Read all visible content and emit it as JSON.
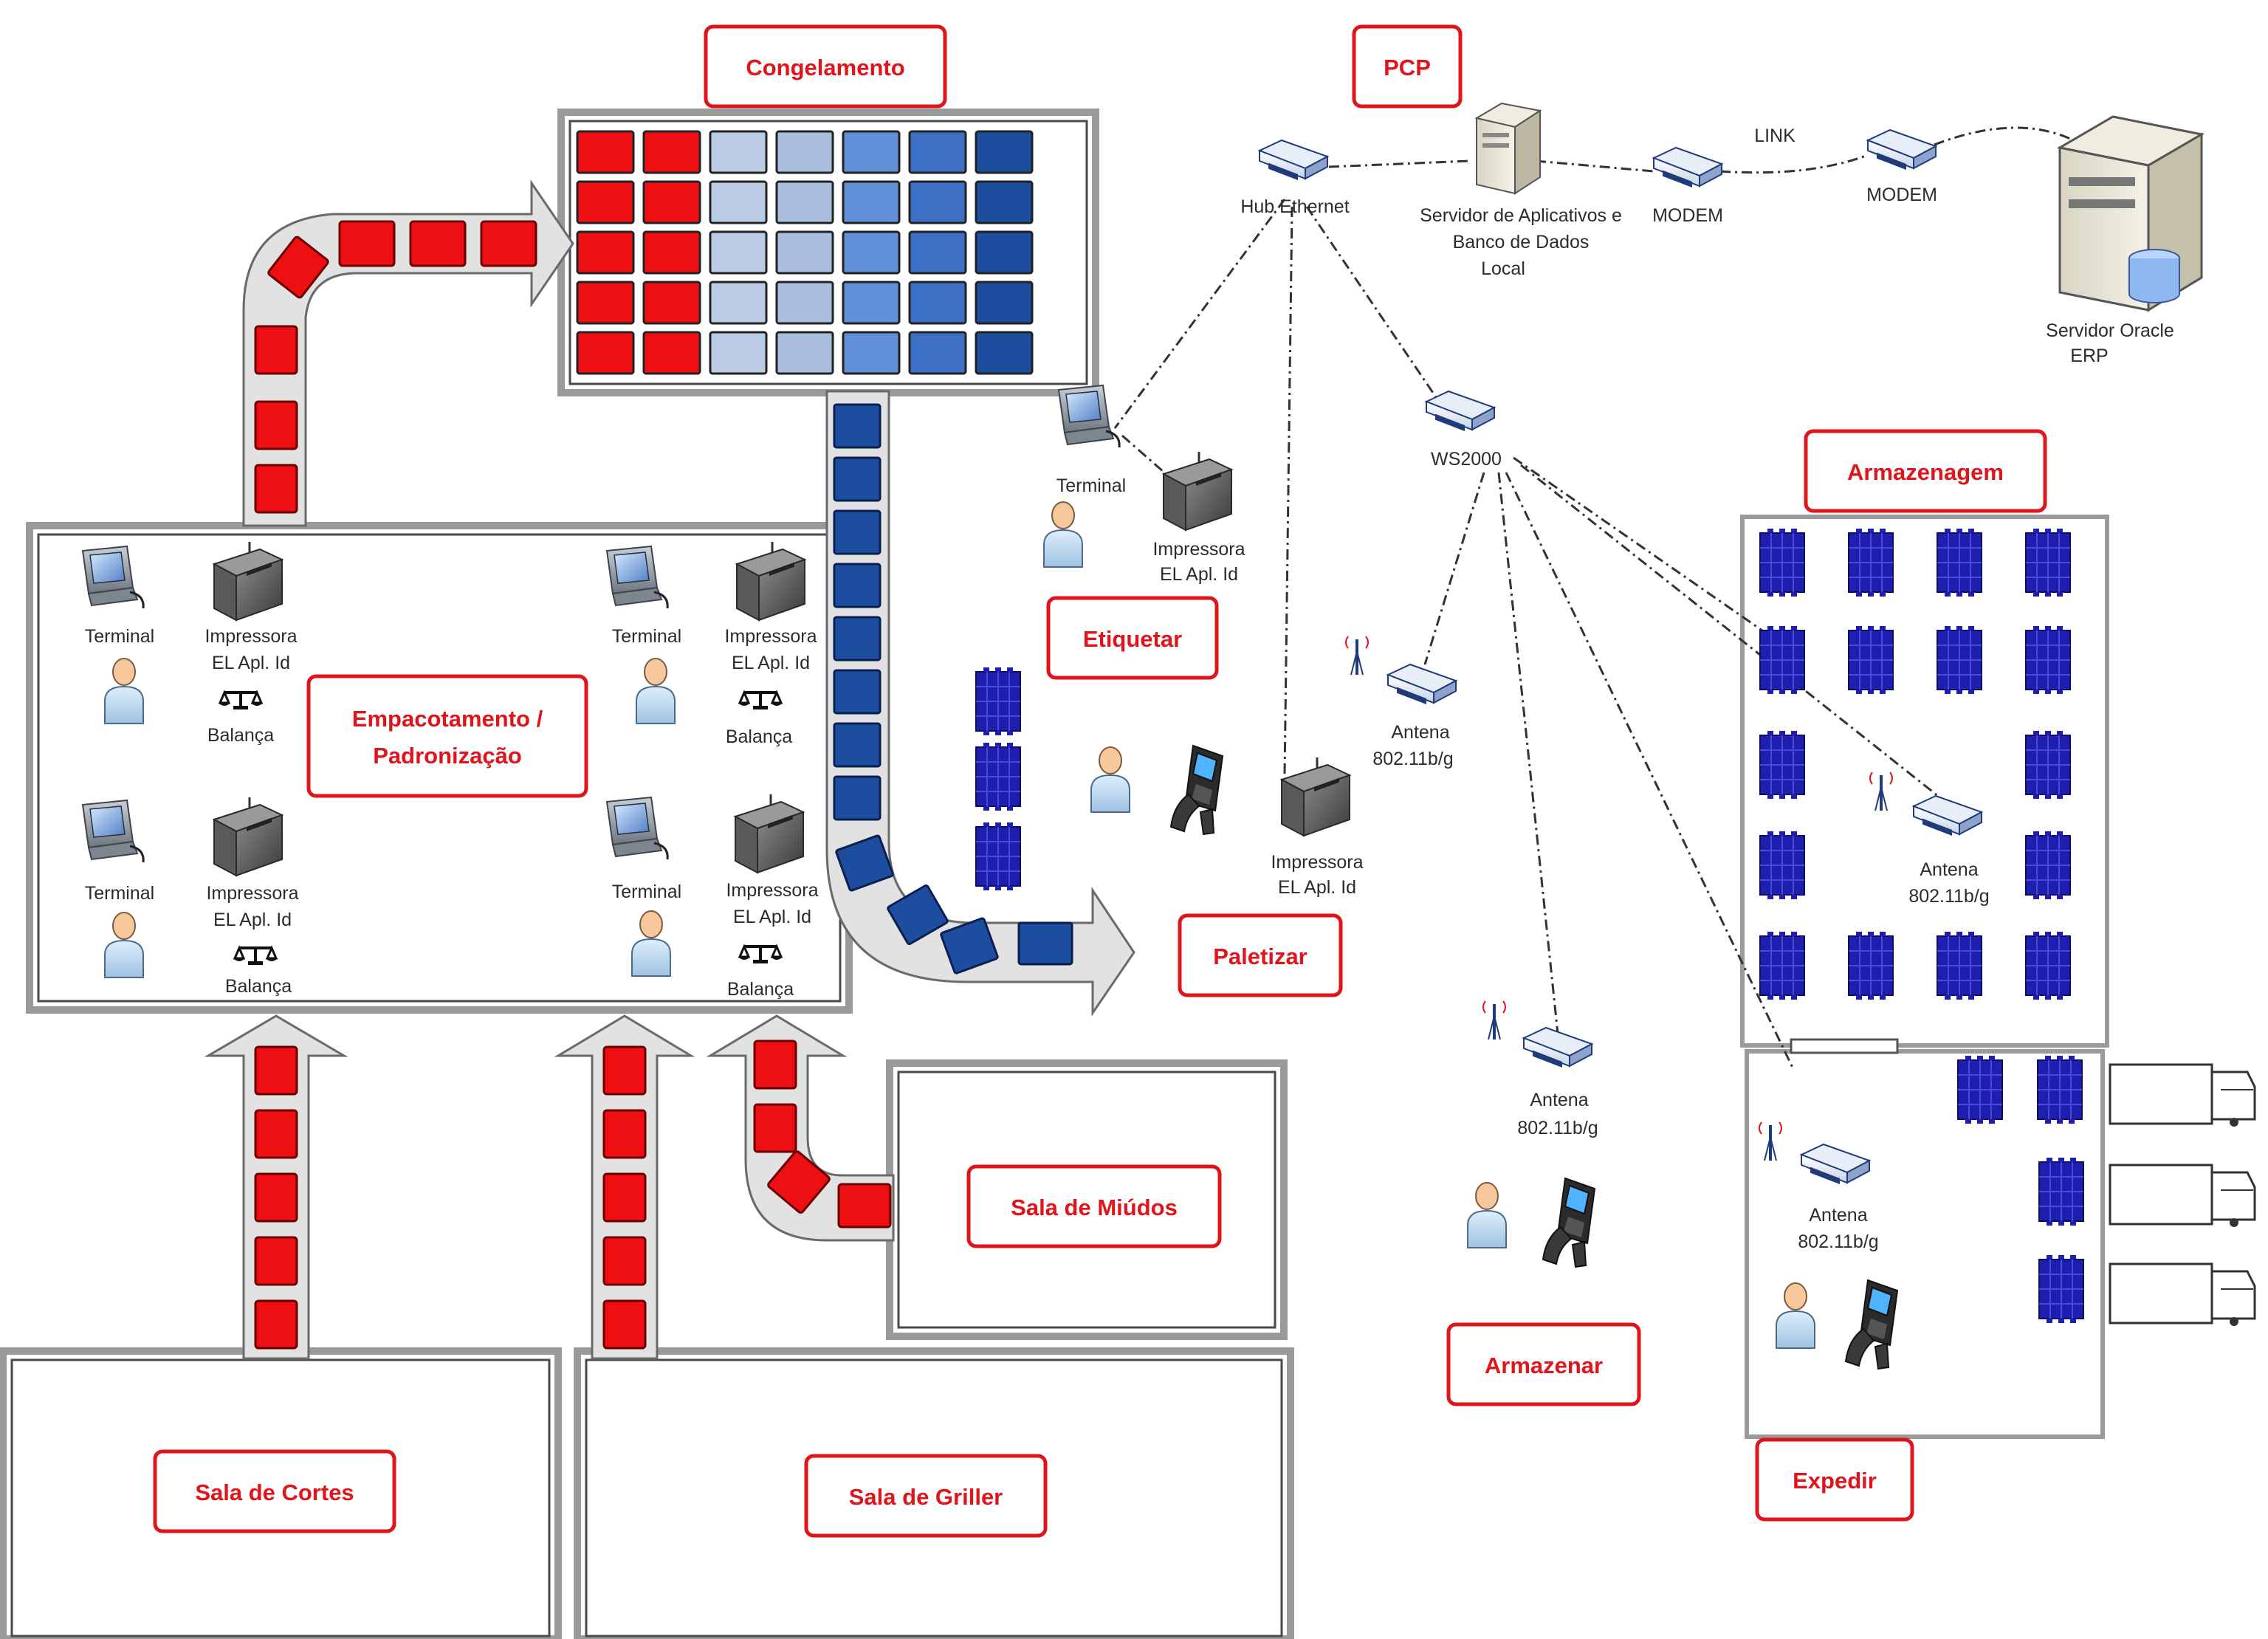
{
  "colors": {
    "label_red": "#e0141b",
    "cube_red": "#ee0f12",
    "pallet_blue": "#1e1eb0",
    "dark_blue": "#1d4d9e",
    "frame_grey": "#9a9a9a",
    "arrow_fill": "#e2e2e2",
    "link_line": "#333333"
  },
  "areas": {
    "congelamento": "Congelamento",
    "pcp": "PCP",
    "empacotamento_1": "Empacotamento /",
    "empacotamento_2": "Padronização",
    "etiquetar": "Etiquetar",
    "paletizar": "Paletizar",
    "armazenagem": "Armazenagem",
    "armazenar": "Armazenar",
    "expedir": "Expedir",
    "sala_miudos": "Sala de Miúdos",
    "sala_cortes": "Sala de Cortes",
    "sala_griller": "Sala de Griller"
  },
  "devices": {
    "terminal": "Terminal",
    "impressora_1": "Impressora",
    "impressora_2": "EL Apl. Id",
    "balanca": "Balança",
    "hub": "Hub Ethernet",
    "servidor_1": "Servidor de Aplicativos e",
    "servidor_2": "Banco de Dados",
    "servidor_3": "Local",
    "modem": "MODEM",
    "link": "LINK",
    "oracle_1": "Servidor Oracle",
    "oracle_2": "ERP",
    "ws": "WS2000",
    "antena_1": "Antena",
    "antena_2": "802.11b/g"
  },
  "icons": [
    "terminal-icon",
    "printer-icon",
    "person-icon",
    "scale-icon",
    "hub-icon",
    "server-icon",
    "modem-icon",
    "switch-icon",
    "antenna-icon",
    "handheld-scanner-icon",
    "pallet-icon",
    "truck-icon"
  ]
}
